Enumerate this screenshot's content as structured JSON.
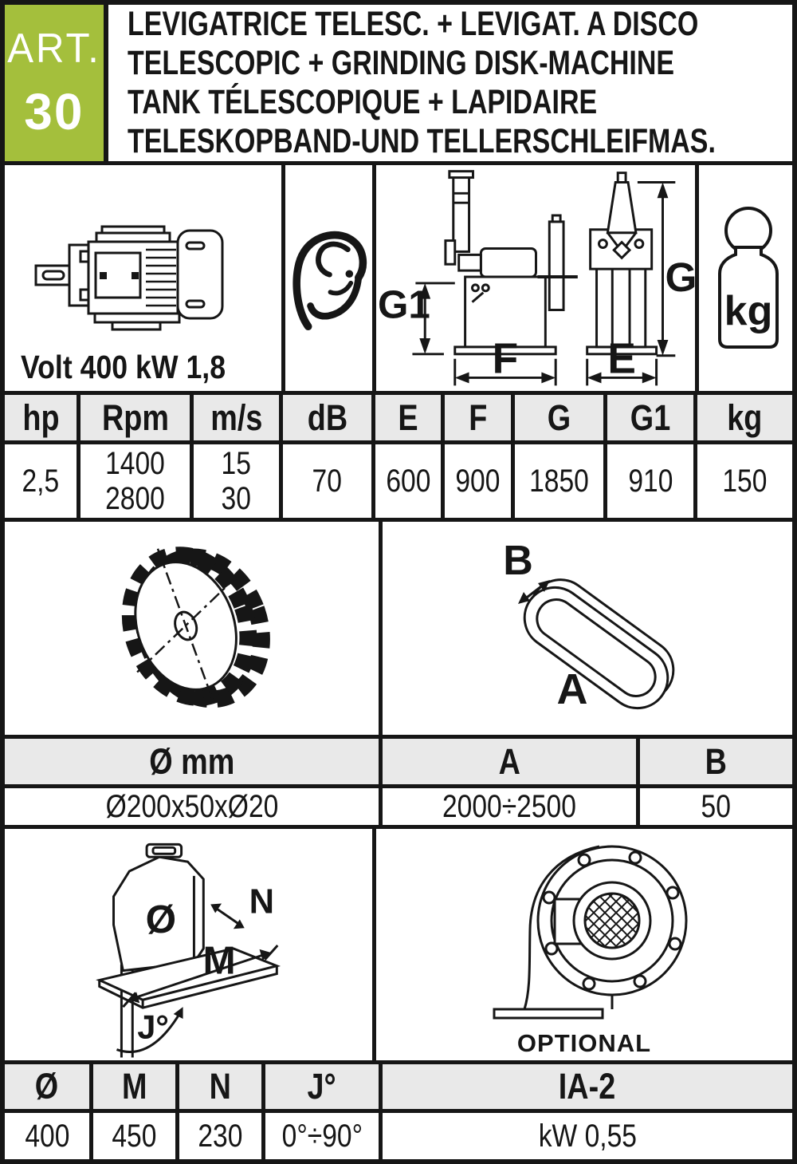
{
  "colors": {
    "accent_green": "#a4bf3c",
    "table_header_bg": "#e9e9e9",
    "border": "#161616"
  },
  "art_box": {
    "label": "ART.",
    "number": "30"
  },
  "title": {
    "line_italian": "LEVIGATRICE TELESC. + LEVIGAT. A DISCO",
    "line_english": "TELESCOPIC + GRINDING DISK-MACHINE",
    "line_french": "TANK TÉLESCOPIQUE + LAPIDAIRE",
    "line_german": "TELESKOPBAND-UND TELLERSCHLEIFMAS."
  },
  "icons_row": {
    "motor_caption": "Volt 400 kW 1,8",
    "kg_label": "kg",
    "dim_labels": {
      "g1": "G1",
      "f": "F",
      "e": "E",
      "g": "G"
    }
  },
  "spec_table": {
    "headers": [
      "hp",
      "Rpm",
      "m/s",
      "dB",
      "E",
      "F",
      "G",
      "G1",
      "kg"
    ],
    "row": {
      "hp": "2,5",
      "rpm": [
        "1400",
        "2800"
      ],
      "ms": [
        "15",
        "30"
      ],
      "db": "70",
      "e": "600",
      "f": "900",
      "g": "1850",
      "g1": "910",
      "kg": "150"
    }
  },
  "wheel_belt": {
    "belt_label_a": "A",
    "belt_label_b": "B"
  },
  "dims_table": {
    "headers": [
      "Ø mm",
      "A",
      "B"
    ],
    "values": [
      "Ø200x50xØ20",
      "2000÷2500",
      "50"
    ]
  },
  "disk_section": {
    "labels": {
      "diameter": "Ø",
      "n": "N",
      "m": "M",
      "j": "J°"
    },
    "optional": "OPTIONAL"
  },
  "disk_table": {
    "headers": [
      "Ø",
      "M",
      "N",
      "J°",
      "IA-2"
    ],
    "values": [
      "400",
      "450",
      "230",
      "0°÷90°",
      "kW 0,55"
    ]
  }
}
